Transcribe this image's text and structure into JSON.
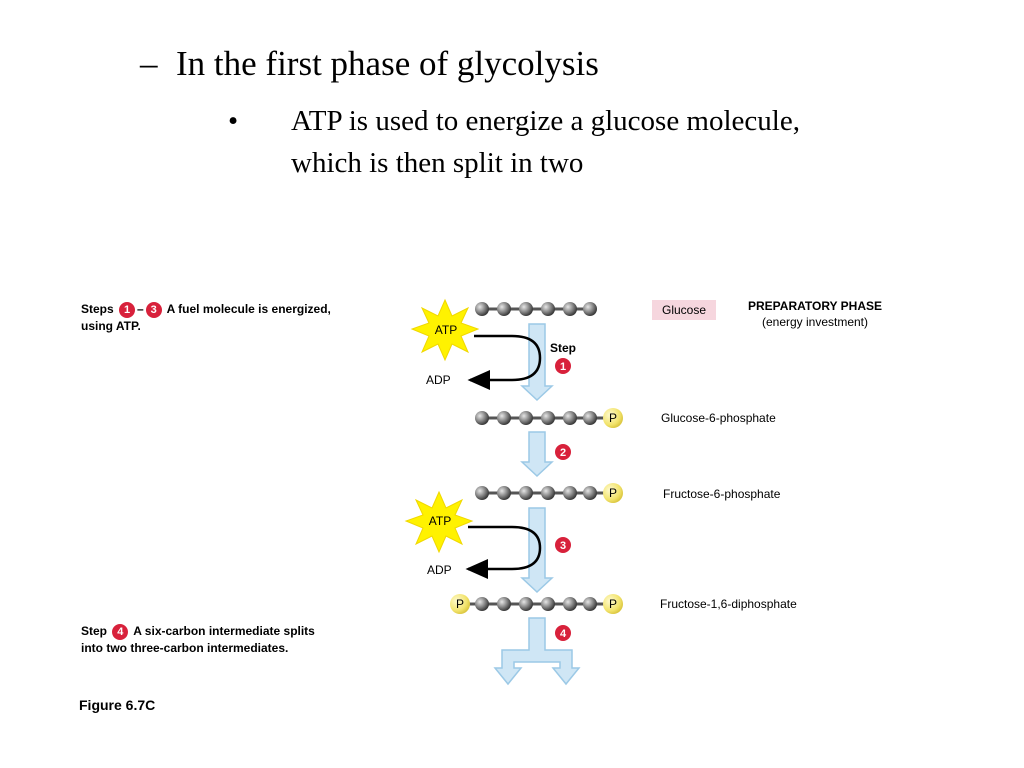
{
  "heading": {
    "dash": "–",
    "line1": "In the first phase of glycolysis",
    "bullet": "•",
    "line2a": "ATP is used to energize a glucose molecule,",
    "line2b": "which is then split in two"
  },
  "captions": {
    "steps_word": "Steps",
    "badge_1": "1",
    "en_dash": "–",
    "badge_3": "3",
    "steps_1_3_text": "A fuel molecule is energized,",
    "steps_1_3_text2": "using ATP.",
    "step_word": "Step",
    "badge_4": "4",
    "step_4_text": "A six-carbon intermediate splits",
    "step_4_text2": "into two three-carbon intermediates."
  },
  "figure_label": "Figure 6.7C",
  "phase": {
    "title": "PREPARATORY PHASE",
    "subtitle": "(energy investment)"
  },
  "molecules": {
    "glucose": "Glucose",
    "g6p": "Glucose-6-phosphate",
    "f6p": "Fructose-6-phosphate",
    "f16dp": "Fructose-1,6-diphosphate"
  },
  "atp": "ATP",
  "adp": "ADP",
  "phosphate": "P",
  "step_label": "Step",
  "step_badges": [
    "1",
    "2",
    "3",
    "4"
  ],
  "colors": {
    "badge_red": "#d8213b",
    "atp_burst_yellow": "#fff200",
    "phosphate_yellow": "#f2e36b",
    "arrow_blue": "#cfe6f5",
    "arrow_blue_stroke": "#9cc9e6",
    "glucose_highlight": "#f6d6de",
    "carbon_gray": "#8a8a8a"
  }
}
